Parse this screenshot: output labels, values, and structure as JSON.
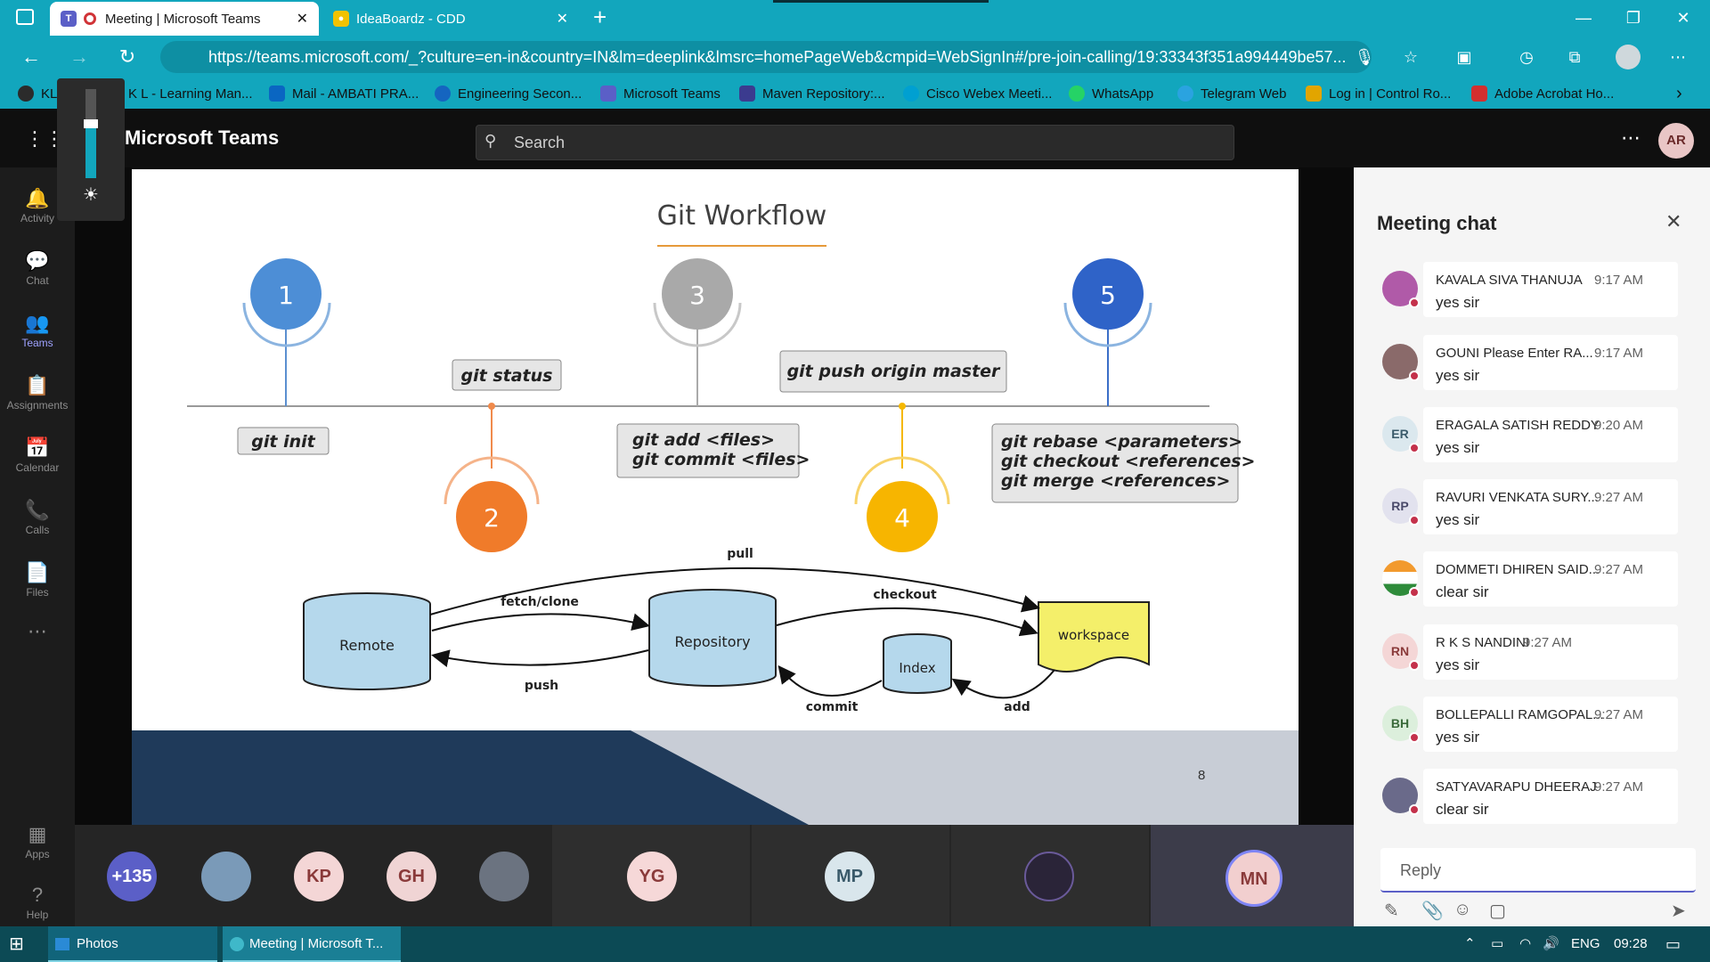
{
  "browser": {
    "tabs": [
      {
        "label": "Meeting | Microsoft Teams",
        "active": true
      },
      {
        "label": "IdeaBoardz - CDD",
        "active": false
      }
    ],
    "url": "https://teams.microsoft.com/_?culture=en-in&country=IN&lm=deeplink&lmsrc=homePageWeb&cmpid=WebSignIn#/pre-join-calling/19:33343f351a994449be57...",
    "new_tab": "+",
    "bookmarks": [
      {
        "label": "KL",
        "color": "#2b2b2b"
      },
      {
        "label": "K L - Learning Man...",
        "color": "#9b9b9b"
      },
      {
        "label": "Mail - AMBATI PRA...",
        "color": "#0a66c2"
      },
      {
        "label": "Engineering Secon...",
        "color": "#1565c0"
      },
      {
        "label": "Microsoft Teams",
        "color": "#5b5fc7"
      },
      {
        "label": "Maven Repository:...",
        "color": "#3b3b8f"
      },
      {
        "label": "Cisco Webex Meeti...",
        "color": "#00a0d1"
      },
      {
        "label": "WhatsApp",
        "color": "#25d366"
      },
      {
        "label": "Telegram Web",
        "color": "#2aa3e0"
      },
      {
        "label": "Log in | Control Ro...",
        "color": "#e2a500"
      },
      {
        "label": "Adobe Acrobat Ho...",
        "color": "#d32f2f"
      }
    ]
  },
  "teams": {
    "title": "Microsoft Teams",
    "search_placeholder": "Search",
    "avatar": "AR",
    "rail": [
      {
        "label": "Activity",
        "icon": "bell-icon",
        "glyph": "🔔"
      },
      {
        "label": "Chat",
        "icon": "chat-icon",
        "glyph": "💬"
      },
      {
        "label": "Teams",
        "icon": "teams-icon",
        "glyph": "👥"
      },
      {
        "label": "Assignments",
        "icon": "assignments-icon",
        "glyph": "📋"
      },
      {
        "label": "Calendar",
        "icon": "calendar-icon",
        "glyph": "📅"
      },
      {
        "label": "Calls",
        "icon": "phone-icon",
        "glyph": "📞"
      },
      {
        "label": "Files",
        "icon": "file-icon",
        "glyph": "📄"
      },
      {
        "label": "Apps",
        "icon": "apps-icon",
        "glyph": "▦"
      },
      {
        "label": "Help",
        "icon": "help-icon",
        "glyph": "?"
      }
    ]
  },
  "slide": {
    "title": "Git Workflow",
    "step_numbers": [
      "1",
      "2",
      "3",
      "4",
      "5"
    ],
    "commands": {
      "init": "git init",
      "status": "git status",
      "add": "git add <files>",
      "commit": "git commit <files>",
      "push_origin": "git push origin master",
      "rebase": "git rebase <parameters>",
      "checkout": "git checkout <references>",
      "merge": "git merge <references>"
    },
    "nodes": {
      "remote": "Remote",
      "repository": "Repository",
      "index": "Index",
      "workspace": "workspace"
    },
    "edges": {
      "pull": "pull",
      "fetch": "fetch/clone",
      "push": "push",
      "checkout": "checkout",
      "commit": "commit",
      "add": "add"
    },
    "page": "8"
  },
  "participants": [
    {
      "label": "+135",
      "bg": "#5b5fc7",
      "fg": "#ffffff"
    },
    {
      "label": "",
      "bg": "#7a9ab8",
      "fg": "#ffffff"
    },
    {
      "label": "KP",
      "bg": "#f4d6d6",
      "fg": "#8a3a3a"
    },
    {
      "label": "GH",
      "bg": "#f0d4d4",
      "fg": "#8a3a3a"
    },
    {
      "label": "",
      "bg": "#6b7380",
      "fg": "#ffffff"
    },
    {
      "label": "YG",
      "bg": "#f6d8d8",
      "fg": "#8a3a3a"
    },
    {
      "label": "MP",
      "bg": "#d9e6ec",
      "fg": "#3a5a6a"
    },
    {
      "label": "",
      "bg": "#2a2438",
      "fg": "#ffffff"
    },
    {
      "label": "MN",
      "bg": "#f2cfcf",
      "fg": "#8a3a3a"
    }
  ],
  "chat": {
    "title": "Meeting chat",
    "messages": [
      {
        "name": "KAVALA SIVA THANUJA",
        "time": "9:17 AM",
        "text": "yes sir",
        "initials": "",
        "bg": "#b05aa8",
        "fg": "#fff"
      },
      {
        "name": "GOUNI Please Enter RA...",
        "time": "9:17 AM",
        "text": "yes sir",
        "initials": "",
        "bg": "#8a6a6a",
        "fg": "#fff"
      },
      {
        "name": "ERAGALA SATISH REDDY",
        "time": "9:20 AM",
        "text": "yes sir",
        "initials": "ER",
        "bg": "#dbe8ee",
        "fg": "#3a5a6a"
      },
      {
        "name": "RAVURI VENKATA SURY...",
        "time": "9:27 AM",
        "text": "yes sir",
        "initials": "RP",
        "bg": "#e2e2ee",
        "fg": "#4a4a6a"
      },
      {
        "name": "DOMMETI DHIREN SAID...",
        "time": "9:27 AM",
        "text": "clear sir",
        "initials": "",
        "bg": "#f0a030",
        "fg": "#fff"
      },
      {
        "name": "R K S NANDINI",
        "time": "9:27 AM",
        "text": "yes sir",
        "initials": "RN",
        "bg": "#f4d6d6",
        "fg": "#8a3a3a"
      },
      {
        "name": "BOLLEPALLI RAMGOPAL...",
        "time": "9:27 AM",
        "text": "yes sir",
        "initials": "BH",
        "bg": "#dcefdc",
        "fg": "#3a6a3a"
      },
      {
        "name": "SATYAVARAPU DHEERAJ",
        "time": "9:27 AM",
        "text": "clear sir",
        "initials": "",
        "bg": "#6a6a8a",
        "fg": "#fff"
      }
    ],
    "reply_placeholder": "Reply"
  },
  "taskbar": {
    "items": [
      {
        "label": "Photos"
      },
      {
        "label": "Meeting | Microsoft T..."
      }
    ],
    "lang": "ENG",
    "time": "09:28"
  }
}
